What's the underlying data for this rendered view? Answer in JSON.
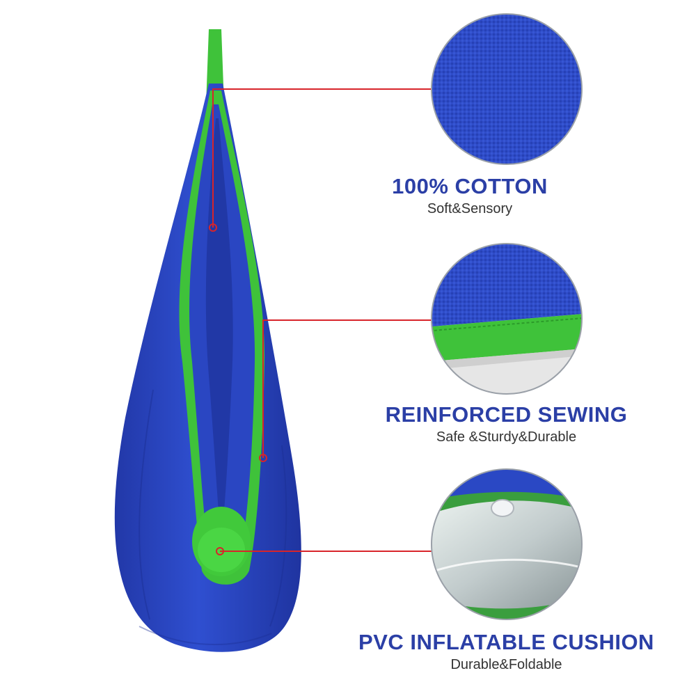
{
  "colors": {
    "fabric_blue": "#2a48c4",
    "fabric_blue_dark": "#1b2f96",
    "trim_green": "#3fc23a",
    "callout_red": "#d8242a",
    "heading_blue": "#2b3fa6",
    "subtext": "#333333"
  },
  "product": {
    "icon": "hanging-pod-swing"
  },
  "features": [
    {
      "title": "100% COTTON",
      "subtitle": "Soft&Sensory",
      "icon": "cotton-texture-closeup"
    },
    {
      "title": "REINFORCED SEWING",
      "subtitle": "Safe &Sturdy&Durable",
      "icon": "stitched-edge-closeup"
    },
    {
      "title": "PVC INFLATABLE CUSHION",
      "subtitle": "Durable&Foldable",
      "icon": "inflatable-cushion-closeup"
    }
  ]
}
